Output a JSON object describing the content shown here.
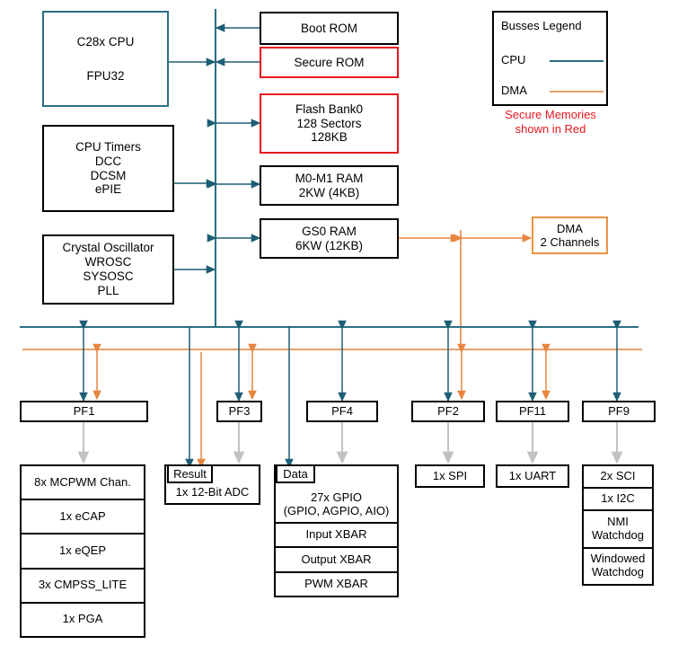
{
  "colors": {
    "cpu_bus": "#2a6e85",
    "dma_bus": "#e8a06a",
    "secure_red": "#e8171f",
    "dma_block": "#e8933f",
    "gray_arrow": "#c2c2c2",
    "black": "#000000"
  },
  "legend": {
    "title": "Busses Legend",
    "items": [
      {
        "label": "CPU",
        "color": "#2a6e85"
      },
      {
        "label": "DMA",
        "color": "#e8a06a"
      }
    ],
    "note_line1": "Secure Memories",
    "note_line2": "shown in Red"
  },
  "core": {
    "cpu": {
      "line1": "C28x CPU",
      "line2": "FPU32"
    },
    "timers": {
      "line1": "CPU Timers",
      "line2": "DCC",
      "line3": "DCSM",
      "line4": "ePIE"
    },
    "clock": {
      "line1": "Crystal Oscillator",
      "line2": "WROSC",
      "line3": "SYSOSC",
      "line4": "PLL"
    }
  },
  "memories": [
    {
      "name": "boot-rom",
      "lines": [
        "Boot ROM"
      ],
      "secure": false
    },
    {
      "name": "secure-rom",
      "lines": [
        "Secure ROM"
      ],
      "secure": true
    },
    {
      "name": "flash-bank0",
      "lines": [
        "Flash Bank0",
        "128 Sectors",
        "128KB"
      ],
      "secure": true
    },
    {
      "name": "m0m1-ram",
      "lines": [
        "M0-M1 RAM",
        "2KW (4KB)"
      ],
      "secure": false
    },
    {
      "name": "gs0-ram",
      "lines": [
        "GS0 RAM",
        "6KW (12KB)"
      ],
      "secure": false
    }
  ],
  "dma": {
    "line1": "DMA",
    "line2": "2 Channels"
  },
  "pf_blocks": [
    {
      "label": "PF1"
    },
    {
      "label": "PF3"
    },
    {
      "label": "PF4"
    },
    {
      "label": "PF2"
    },
    {
      "label": "PF11"
    },
    {
      "label": "PF9"
    }
  ],
  "peripherals": {
    "pf1_stack": [
      "8x MCPWM Chan.",
      "1x eCAP",
      "1x eQEP",
      "3x CMPSS_LITE",
      "1x PGA"
    ],
    "adc": {
      "overlay_label": "Result",
      "body": "1x 12-Bit ADC"
    },
    "gpio_stack": {
      "overlay_label": "Data",
      "cells": [
        "27x GPIO\n(GPIO, AGPIO, AIO)",
        "Input XBAR",
        "Output XBAR",
        "PWM XBAR"
      ]
    },
    "spi": [
      "1x SPI"
    ],
    "uart": [
      "1x UART"
    ],
    "sci_stack": [
      "2x SCI",
      "1x I2C",
      "NMI\nWatchdog",
      "Windowed\nWatchdog"
    ]
  }
}
